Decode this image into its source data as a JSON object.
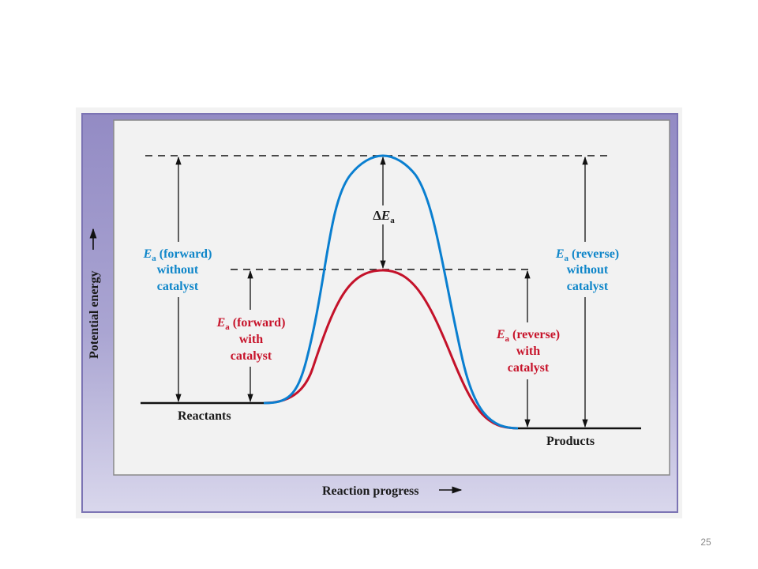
{
  "diagram": {
    "y_axis_label": "Potential energy",
    "x_axis_label": "Reaction progress",
    "reactants_label": "Reactants",
    "products_label": "Products",
    "delta_label": {
      "prefix": "Δ",
      "symbol": "E",
      "sub": "a"
    },
    "ea_forward_uncatalyzed": {
      "symbol": "E",
      "sub": "a",
      "rest": " (forward)",
      "line2": "without",
      "line3": "catalyst"
    },
    "ea_forward_catalyzed": {
      "symbol": "E",
      "sub": "a",
      "rest": " (forward)",
      "line2": "with",
      "line3": "catalyst"
    },
    "ea_reverse_uncatalyzed": {
      "symbol": "E",
      "sub": "a",
      "rest": " (reverse)",
      "line2": "without",
      "line3": "catalyst"
    },
    "ea_reverse_catalyzed": {
      "symbol": "E",
      "sub": "a",
      "rest": " (reverse)",
      "line2": "with",
      "line3": "catalyst"
    },
    "colors": {
      "uncatalyzed_curve": "#0a7fd0",
      "catalyzed_curve": "#c4122a",
      "frame_purple": "#9c95c8",
      "plot_background": "#f2f2f2"
    }
  },
  "footer": {
    "page_number": "25"
  }
}
